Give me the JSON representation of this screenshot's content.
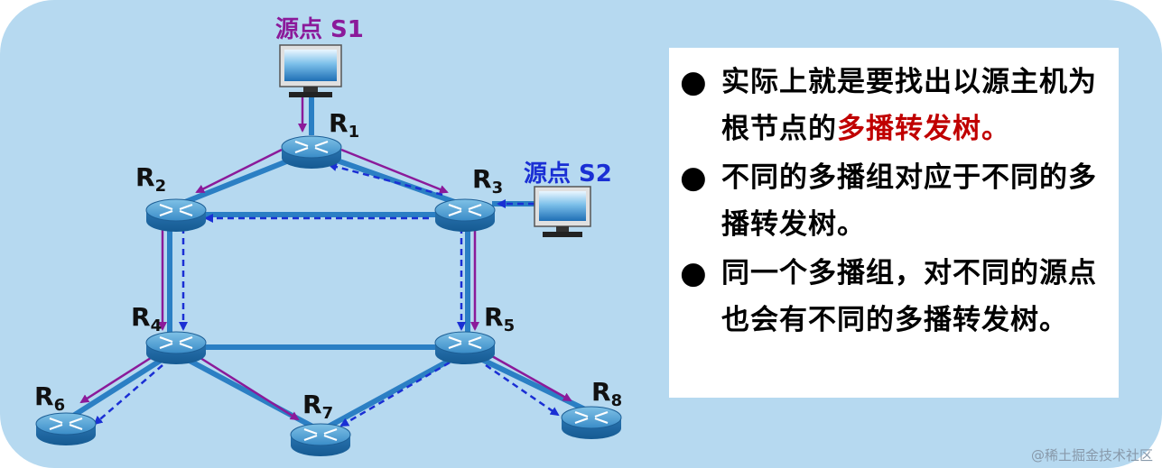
{
  "diagram": {
    "source1_label": "源点 S1",
    "source2_label": "源点 S2",
    "routers": [
      {
        "id": "R1",
        "name": "R",
        "sub": "1"
      },
      {
        "id": "R2",
        "name": "R",
        "sub": "2"
      },
      {
        "id": "R3",
        "name": "R",
        "sub": "3"
      },
      {
        "id": "R4",
        "name": "R",
        "sub": "4"
      },
      {
        "id": "R5",
        "name": "R",
        "sub": "5"
      },
      {
        "id": "R6",
        "name": "R",
        "sub": "6"
      },
      {
        "id": "R7",
        "name": "R",
        "sub": "7"
      },
      {
        "id": "R8",
        "name": "R",
        "sub": "8"
      }
    ],
    "colors": {
      "background": "#b6d9f0",
      "link": "#2b7fc4",
      "s1_tree": "#8b1a9a",
      "s2_tree": "#1a2fd4",
      "source1_text": "#8b1a9a",
      "source2_text": "#1a2fd4",
      "highlight_text": "#c00000"
    }
  },
  "bullets": [
    {
      "before": "实际上就是要找出以源主机为根节点的",
      "highlight": "多播转发树。"
    },
    {
      "before": "不同的多播组对应于不同的多播转发树。",
      "highlight": ""
    },
    {
      "before": "同一个多播组，对不同的源点也会有不同的多播转发树。",
      "highlight": ""
    }
  ],
  "watermark": "@稀土掘金技术社区"
}
